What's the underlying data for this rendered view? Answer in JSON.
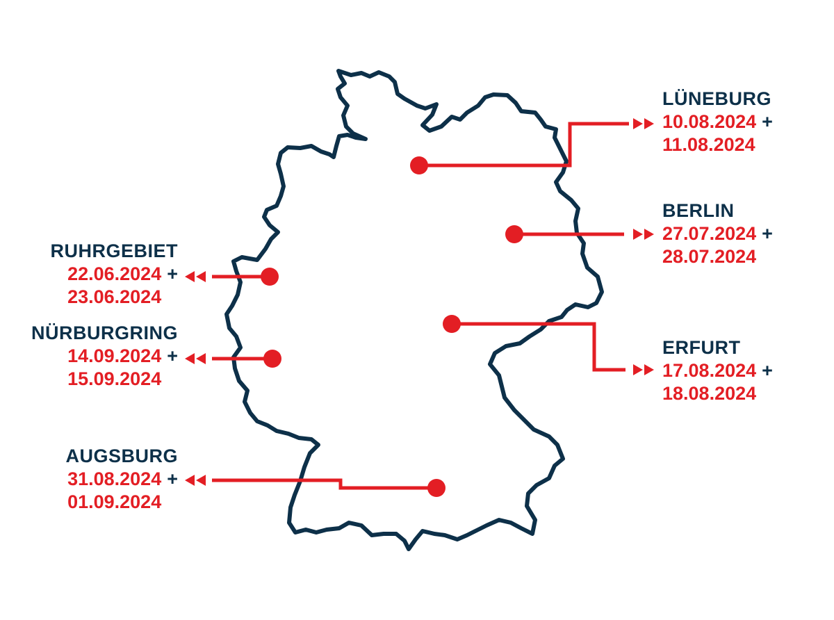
{
  "colors": {
    "outline": "#0d3049",
    "accent": "#e31e24",
    "text_dark": "#0d3049"
  },
  "locations": [
    {
      "name": "LÜNEBURG",
      "date1": "10.08.2024",
      "plus": "+",
      "date2": "11.08.2024"
    },
    {
      "name": "BERLIN",
      "date1": "27.07.2024",
      "plus": "+",
      "date2": "28.07.2024"
    },
    {
      "name": "ERFURT",
      "date1": "17.08.2024",
      "plus": "+",
      "date2": "18.08.2024"
    },
    {
      "name": "RUHRGEBIET",
      "date1": "22.06.2024",
      "plus": "+",
      "date2": "23.06.2024"
    },
    {
      "name": "NÜRBURGRING",
      "date1": "14.09.2024",
      "plus": "+",
      "date2": "15.09.2024"
    },
    {
      "name": "AUGSBURG",
      "date1": "31.08.2024",
      "plus": "+",
      "date2": "01.09.2024"
    }
  ]
}
